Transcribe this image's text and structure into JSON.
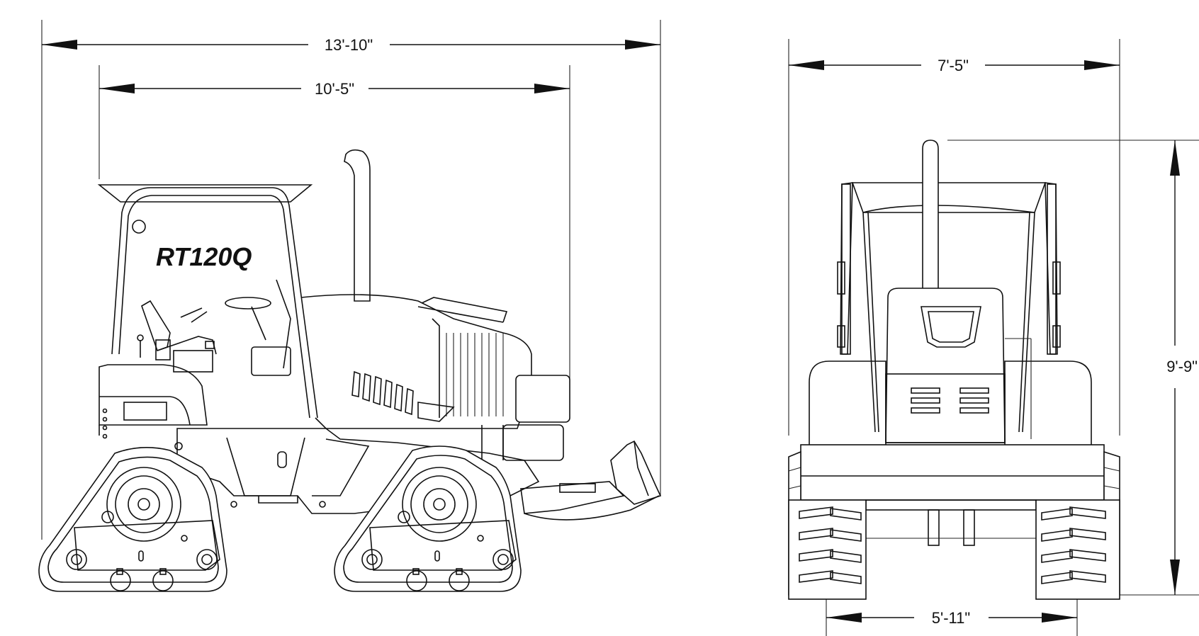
{
  "model_label": "RT120Q",
  "dimensions": {
    "overall_length": "13'-10\"",
    "body_length": "10'-5\"",
    "overall_width": "7'-5\"",
    "overall_height": "9'-9\"",
    "track_gauge": "5'-11\""
  }
}
